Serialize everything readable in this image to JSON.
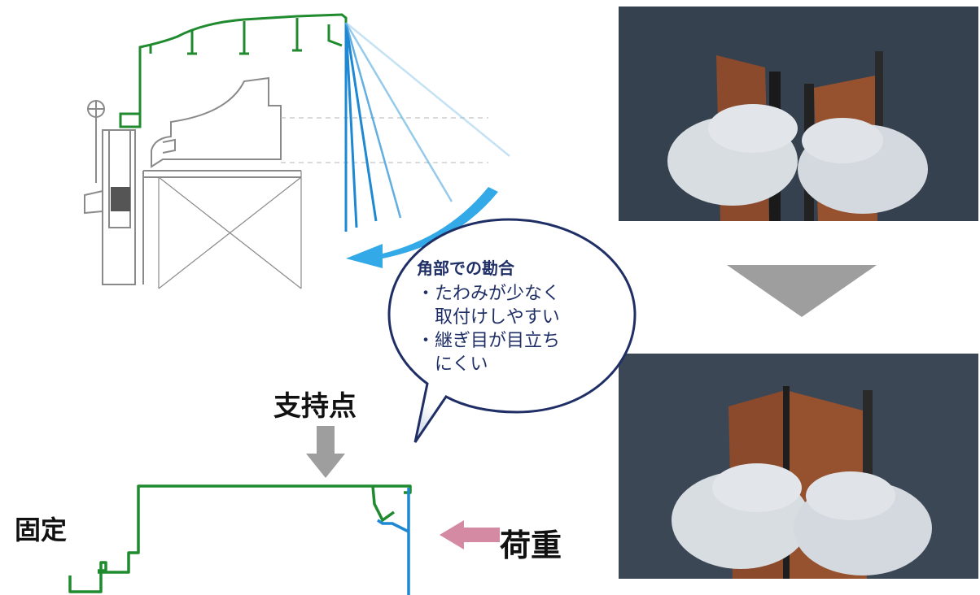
{
  "callout": {
    "title": "角部での勘合",
    "lines": [
      "・たわみが少なく",
      "　取付けしやすい",
      "・継ぎ目が目立ち",
      "　にくい"
    ]
  },
  "labels": {
    "support_point": "支持点",
    "fixed": "固定",
    "load": "荷重"
  },
  "colors": {
    "green_profile": "#1f8a2e",
    "blue_profile": "#1e88d2",
    "callout_border": "#1f2f66",
    "arrow_gray": "#9e9e9e",
    "arrow_pink": "#d48aa3",
    "motion_arrow": "#1ea0e6"
  }
}
